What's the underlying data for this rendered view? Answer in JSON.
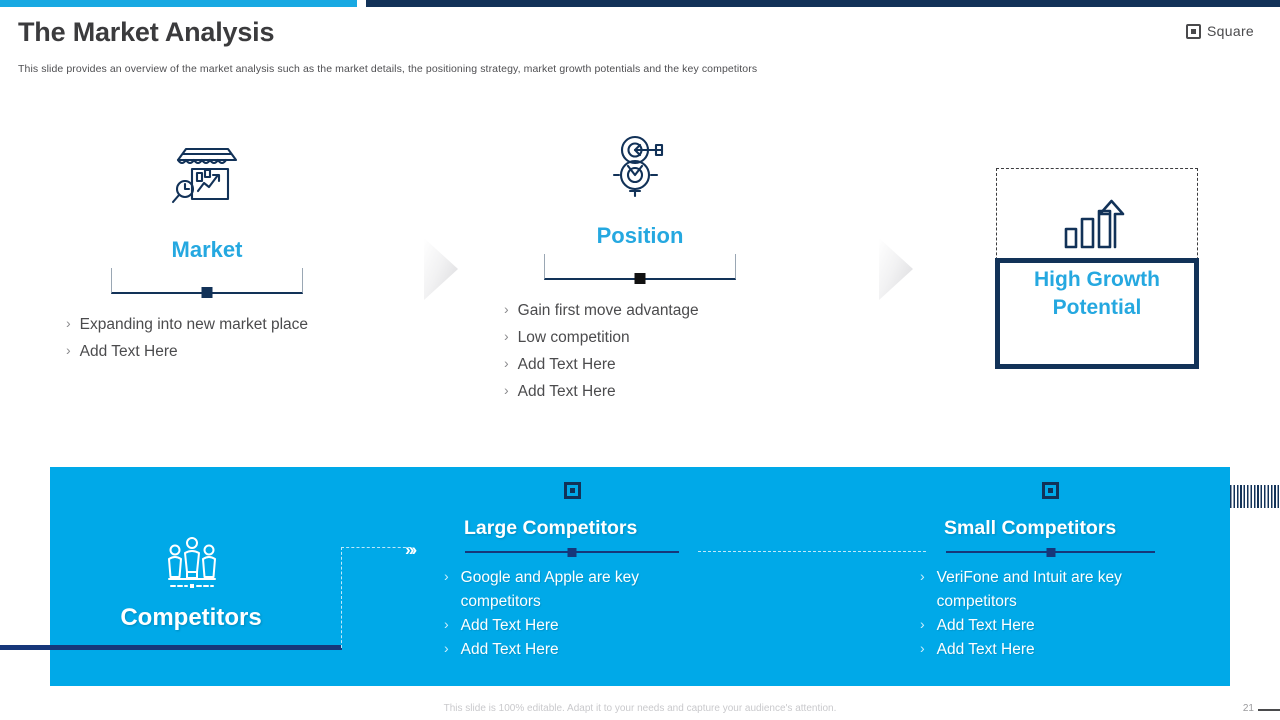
{
  "theme": {
    "accent_light": "#00A9E8",
    "accent_cyan": "#25A8E0",
    "navy": "#123258",
    "panel_blue": "#00A9E8",
    "title_gray": "#3b3b3d"
  },
  "header": {
    "title": "The Market Analysis",
    "subtitle": "This slide provides an overview of the market analysis such as the market details, the positioning strategy, market growth potentials and the key competitors"
  },
  "brand": {
    "name": "Square",
    "mark_icon": "square-logo-icon"
  },
  "stages": [
    {
      "icon": "market-shop-analytics-icon",
      "label": "Market",
      "bullets": [
        "Expanding into new market place",
        "Add Text Here"
      ]
    },
    {
      "icon": "target-position-icon",
      "label": "Position",
      "bullets": [
        "Gain first move advantage",
        "Low competition",
        "Add Text Here",
        "Add Text Here"
      ]
    }
  ],
  "separator_icon": "chevron-right-separator-icon",
  "growth": {
    "icon": "growth-bar-chart-arrow-icon",
    "label_line1": "High Growth",
    "label_line2": "Potential"
  },
  "competitors": {
    "icon": "people-group-icon",
    "title": "Competitors",
    "connector_arrow": "»›",
    "columns": [
      {
        "square_icon": "square-marker-icon",
        "title": "Large Competitors",
        "bullets": [
          "Google and Apple are key competitors",
          "Add Text Here",
          "Add Text Here"
        ]
      },
      {
        "square_icon": "square-marker-icon",
        "title": "Small Competitors",
        "bullets": [
          "VeriFone and Intuit are key competitors",
          "Add Text Here",
          "Add Text Here"
        ]
      }
    ]
  },
  "footer": {
    "note": "This slide is 100% editable. Adapt it to your needs and capture your audience's attention.",
    "page_number": "21"
  },
  "bullet_marker": "›"
}
